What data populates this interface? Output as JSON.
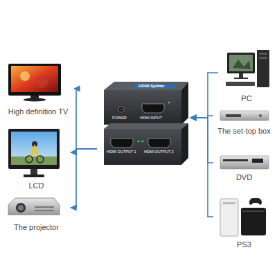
{
  "diagram": {
    "nodes": [
      {
        "text": [
          "High definition TV"
        ]
      },
      {
        "text": [
          "LCD"
        ]
      },
      {
        "text": [
          "The projector"
        ]
      },
      {
        "text": [
          "HDMI Splitter",
          "POWER",
          "HDMI INPUT",
          "HDMI OUTPUT 1",
          "HDMI OUTPUT 2"
        ]
      },
      {
        "text": [
          "PC"
        ]
      },
      {
        "text": [
          "The set-top box"
        ]
      },
      {
        "text": [
          "DVD"
        ]
      },
      {
        "text": [
          "PS3"
        ]
      }
    ],
    "edges": [
      {
        "from": 4,
        "to": 3,
        "arrow": "to"
      },
      {
        "from": 5,
        "to": 3,
        "arrow": "to"
      },
      {
        "from": 6,
        "to": 3,
        "arrow": "to"
      },
      {
        "from": 7,
        "to": 3,
        "arrow": "to"
      },
      {
        "from": 3,
        "to": 0,
        "arrow": "to"
      },
      {
        "from": 3,
        "to": 1,
        "arrow": "to"
      },
      {
        "from": 3,
        "to": 2,
        "arrow": "to"
      }
    ]
  }
}
